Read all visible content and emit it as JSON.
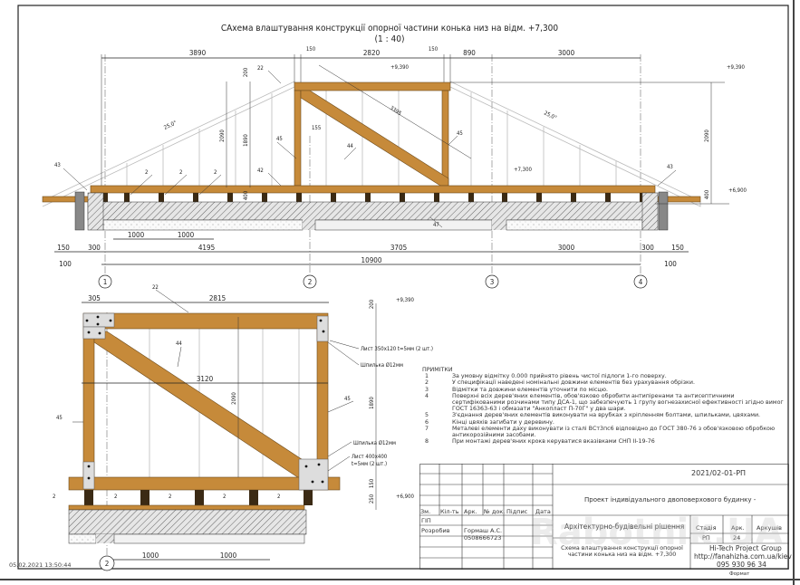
{
  "title": "САхема влаштування конструкції опорної частини конька низ на відм. +7,300",
  "scale": "(1 : 40)",
  "colors": {
    "wood": "#c68a3a",
    "block": "#3b2a14",
    "frame": "#222222"
  },
  "top_view": {
    "top_dims": [
      "3890",
      "150",
      "2820",
      "150",
      "890",
      "3000"
    ],
    "bottom_dims_row1": [
      "150",
      "300",
      "4195",
      "3705",
      "3000",
      "300",
      "150"
    ],
    "bottom_dims_row2": [
      "100",
      "10900",
      "100"
    ],
    "span_dims": [
      "1000",
      "1000"
    ],
    "vertical_dims": [
      "200",
      "2090",
      "1890",
      "400",
      "155",
      "2090",
      "400"
    ],
    "diag_dim": "3395",
    "slope": "25,0°",
    "levels": [
      "+9,390",
      "+7,300",
      "+9,390",
      "+6,900"
    ],
    "marks": [
      "22",
      "45",
      "44",
      "45",
      "42",
      "43",
      "43",
      "2",
      "2",
      "2",
      "47"
    ],
    "axes": [
      "1",
      "2",
      "3",
      "4"
    ]
  },
  "detail_view": {
    "top_dims": [
      "305",
      "2815"
    ],
    "diag_dim": "3120",
    "vertical_dims": [
      "2090",
      "200",
      "1890",
      "150",
      "250"
    ],
    "bottom_dims": [
      "1000",
      "1000"
    ],
    "levels": [
      "+9,390",
      "+6,900"
    ],
    "marks": [
      "22",
      "44",
      "45",
      "45",
      "2",
      "2",
      "2",
      "2",
      "2",
      "2"
    ],
    "callouts": [
      "Лист 350х120 t=5мм (2 шт.)",
      "Шпилька Ø12мм",
      "Шпилька Ø12мм",
      "Лист 400х400",
      "t=5мм (2 шт.)"
    ],
    "axis": "2"
  },
  "notes": {
    "heading": "ПРИМІТКИ",
    "items": [
      {
        "n": "1",
        "text": "За умовну відмітку 0.000 прийнято рівень чистої підлоги 1-го поверху."
      },
      {
        "n": "2",
        "text": "У специфікації наведені номінальні довжини елементів без урахування обрізки."
      },
      {
        "n": "3",
        "text": "Відмітки та довжини елементів уточнити по місцю."
      },
      {
        "n": "4",
        "text": "Поверхні всіх дерев'яних елементів, обов'язково обробити антипіренами та антисептичними сертифікованими розчинами типу ДСА-1, що забезпечують 1 групу вогнезахисної ефективності згідно вимог ГОСТ 16363-63 і обмазати \"Анкопласт П-70Г\" у два шари."
      },
      {
        "n": "5",
        "text": "З'єднання дерев'яних елементів виконувати на врубках з кріпленням болтами, шпильками, цвяхами."
      },
      {
        "n": "6",
        "text": "Кінці цвяхів загибати у деревину."
      },
      {
        "n": "7",
        "text": "Металеві елементи даху виконувати із сталі ВСт3пс6 відповідно до ГОСТ 380-76 з обов'язковою обробкою антикорозійними засобами."
      },
      {
        "n": "8",
        "text": "При монтажі дерев'яних крокв керуватися вказівками СНП ІІ-19-76"
      }
    ]
  },
  "title_block": {
    "doc_code": "2021/02-01-РП",
    "project": "Проект індивідуального двоповерхового будинку -",
    "headers": [
      "Зм.",
      "Кіл-ть",
      "Арк.",
      "№ док.",
      "Підпис",
      "Дата"
    ],
    "role_gip": "ГІП",
    "role_dev": "Розробив",
    "dev_name": "Гормаш А.С.",
    "dev_phone": "0508666723",
    "section": "Архітектурно-будівельні рішення",
    "sheet_title": "Схема влаштування конструкції опорної частини конька низ на відм. +7,300",
    "stage_label": "Стадія",
    "sheet_label": "Арк.",
    "sheets_label": "Аркушів",
    "stage": "РП",
    "sheet": "24",
    "company": "Hi-Tech Project Group",
    "url": "http://fanahizha.com.ua/kiev",
    "phone": "095 930 96 34",
    "format_label": "Формат"
  },
  "timestamp": "05.02.2021 13:50:44",
  "watermark": "Rabotnik.UA"
}
